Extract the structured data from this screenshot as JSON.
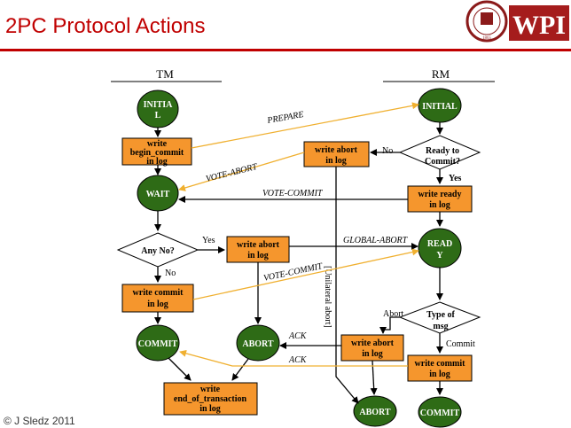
{
  "slide": {
    "title": "2PC Protocol Actions",
    "footer": "© J Sledz 2011"
  },
  "logo": {
    "text": "WPI",
    "seal_year": "1865"
  },
  "colors": {
    "title": "#c00000",
    "state_fill": "#2e6b16",
    "action_fill": "#f5962d",
    "msg_arrow": "#f0b030"
  },
  "diagram": {
    "tm_header": "TM",
    "rm_header": "RM",
    "tm_initial": [
      "INITIA",
      "L"
    ],
    "tm_write_begin": [
      "write",
      "begin_commit",
      "in log"
    ],
    "tm_wait": "WAIT",
    "tm_any_no": "Any No?",
    "tm_yes": "Yes",
    "tm_no": "No",
    "tm_write_abort": [
      "write abort",
      "in log"
    ],
    "tm_write_commit": [
      "write commit",
      "in log"
    ],
    "tm_commit": "COMMIT",
    "tm_abort": "ABORT",
    "tm_write_end": [
      "write",
      "end_of_transaction",
      "in log"
    ],
    "rm_initial": "INITIAL",
    "rm_ready_q": [
      "Ready to",
      "Commit?"
    ],
    "rm_no": "No",
    "rm_yes": "Yes",
    "rm_write_abort_1": [
      "write abort",
      "in log"
    ],
    "rm_write_ready": [
      "write ready",
      "in log"
    ],
    "rm_ready": [
      "READ",
      "Y"
    ],
    "rm_type_msg": [
      "Type of",
      "msg"
    ],
    "rm_abort_lbl": "Abort",
    "rm_commit_lbl": "Commit",
    "rm_write_abort_2": [
      "write abort",
      "in log"
    ],
    "rm_write_commit": [
      "write commit",
      "in log"
    ],
    "rm_abort": "ABORT",
    "rm_commit": "COMMIT",
    "msg_prepare": "PREPARE",
    "msg_vote_abort": "VOTE-ABORT",
    "msg_vote_commit_1": "VOTE-COMMIT",
    "msg_global_abort": "GLOBAL-ABORT",
    "msg_vote_commit_2": "VOTE-COMMIT",
    "msg_ack_1": "ACK",
    "msg_ack_2": "ACK",
    "unilateral": "[Unilateral abort]"
  }
}
